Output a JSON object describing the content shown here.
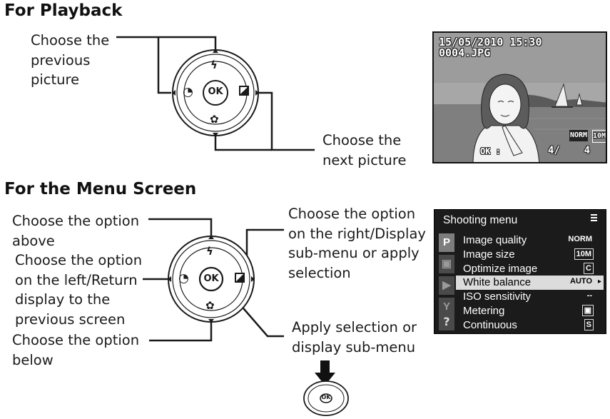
{
  "playback": {
    "heading": "For Playback",
    "label_prev": [
      "Choose the",
      "previous",
      "picture"
    ],
    "label_next": [
      "Choose the",
      "next picture"
    ],
    "screen": {
      "datetime": "15/05/2010 15:30",
      "filename": "0004.JPG",
      "quality_badge": "NORM",
      "size_badge": "10M",
      "counter": "4/    4",
      "ok_hint": "OK :"
    }
  },
  "menu_screen": {
    "heading": "For the Menu Screen",
    "label_above": [
      "Choose the option",
      "above"
    ],
    "label_left": [
      "Choose the option",
      "on the left/Return",
      "display to the",
      "previous screen"
    ],
    "label_below": [
      "Choose the option",
      "below"
    ],
    "label_right": [
      "Choose the option",
      "on the right/Display",
      "sub-menu or apply",
      "selection"
    ],
    "label_ok": [
      "Apply selection or",
      "display sub-menu"
    ]
  },
  "dial": {
    "ok": "OK",
    "top_icon": "flash-icon",
    "left_icon": "self-timer-icon",
    "right_icon": "exposure-compensation-icon",
    "bottom_icon": "macro-flower-icon"
  },
  "menu": {
    "title": "Shooting menu",
    "tabs": [
      "P",
      "",
      "",
      ""
    ],
    "items": [
      {
        "name": "Image quality",
        "value": "NORM"
      },
      {
        "name": "Image size",
        "value": "10M"
      },
      {
        "name": "Optimize image",
        "value": "C"
      },
      {
        "name": "White balance",
        "value": "AUTO",
        "selected": true
      },
      {
        "name": "ISO sensitivity",
        "value": "--"
      },
      {
        "name": "Metering",
        "value": "▣"
      },
      {
        "name": "Continuous",
        "value": "S"
      }
    ],
    "help": "?"
  },
  "colors": {
    "text": "#1a1a1a",
    "menu_bg": "#1b1b1b",
    "menu_selected": "#dcdcdc"
  }
}
